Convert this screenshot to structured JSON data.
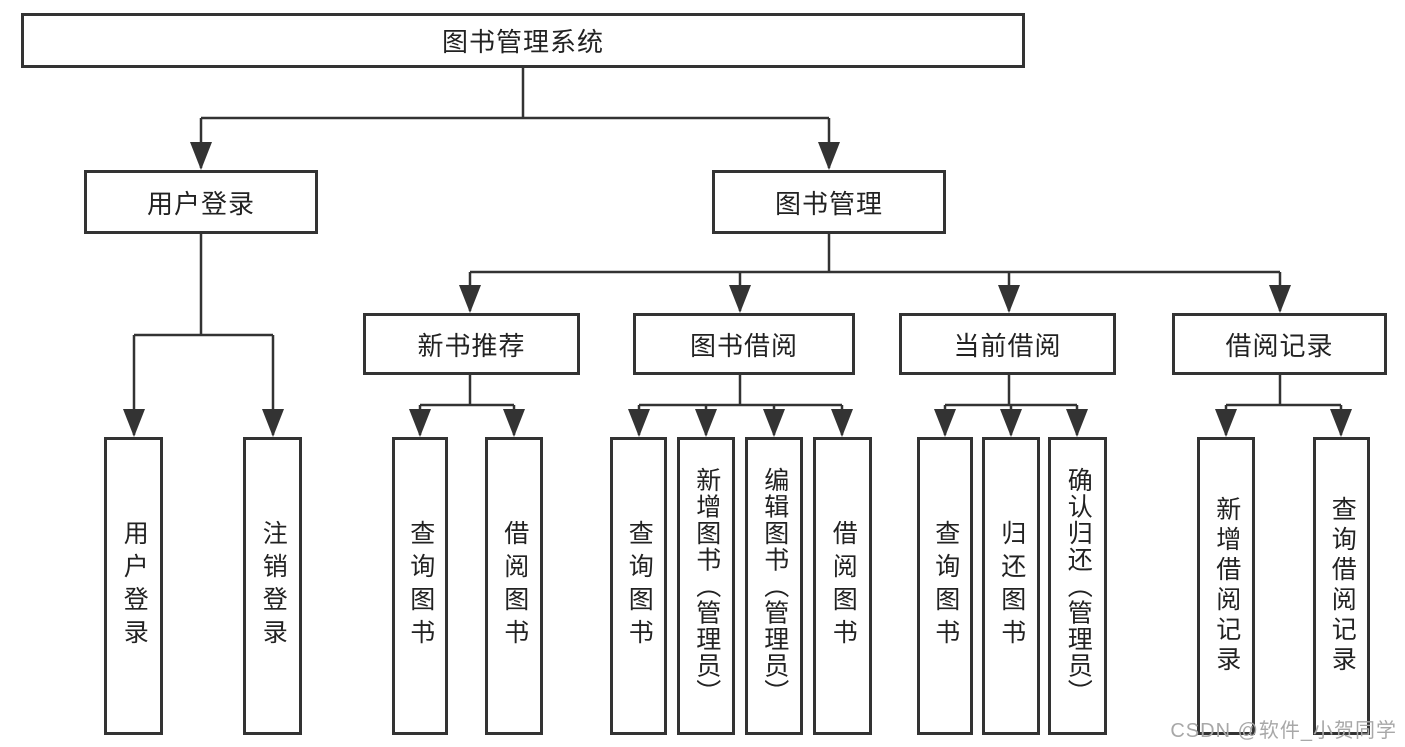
{
  "diagram": {
    "title": "图书管理系统",
    "branches": [
      {
        "label": "用户登录",
        "children": [
          {
            "label": "用户登录"
          },
          {
            "label": "注销登录"
          }
        ]
      },
      {
        "label": "图书管理",
        "children": [
          {
            "label": "新书推荐",
            "children": [
              {
                "label": "查询图书"
              },
              {
                "label": "借阅图书"
              }
            ]
          },
          {
            "label": "图书借阅",
            "children": [
              {
                "label": "查询图书"
              },
              {
                "label": "新增图书（管理员）"
              },
              {
                "label": "编辑图书（管理员）"
              },
              {
                "label": "借阅图书"
              }
            ]
          },
          {
            "label": "当前借阅",
            "children": [
              {
                "label": "查询图书"
              },
              {
                "label": "归还图书"
              },
              {
                "label": "确认归还（管理员）"
              }
            ]
          },
          {
            "label": "借阅记录",
            "children": [
              {
                "label": "新增借阅记录"
              },
              {
                "label": "查询借阅记录"
              }
            ]
          }
        ]
      }
    ]
  },
  "watermark": "CSDN @软件_小贺同学",
  "colors": {
    "line": "#333333",
    "box_background": "#ffffff",
    "text": "#222222",
    "watermark": "#a8a8a8"
  }
}
